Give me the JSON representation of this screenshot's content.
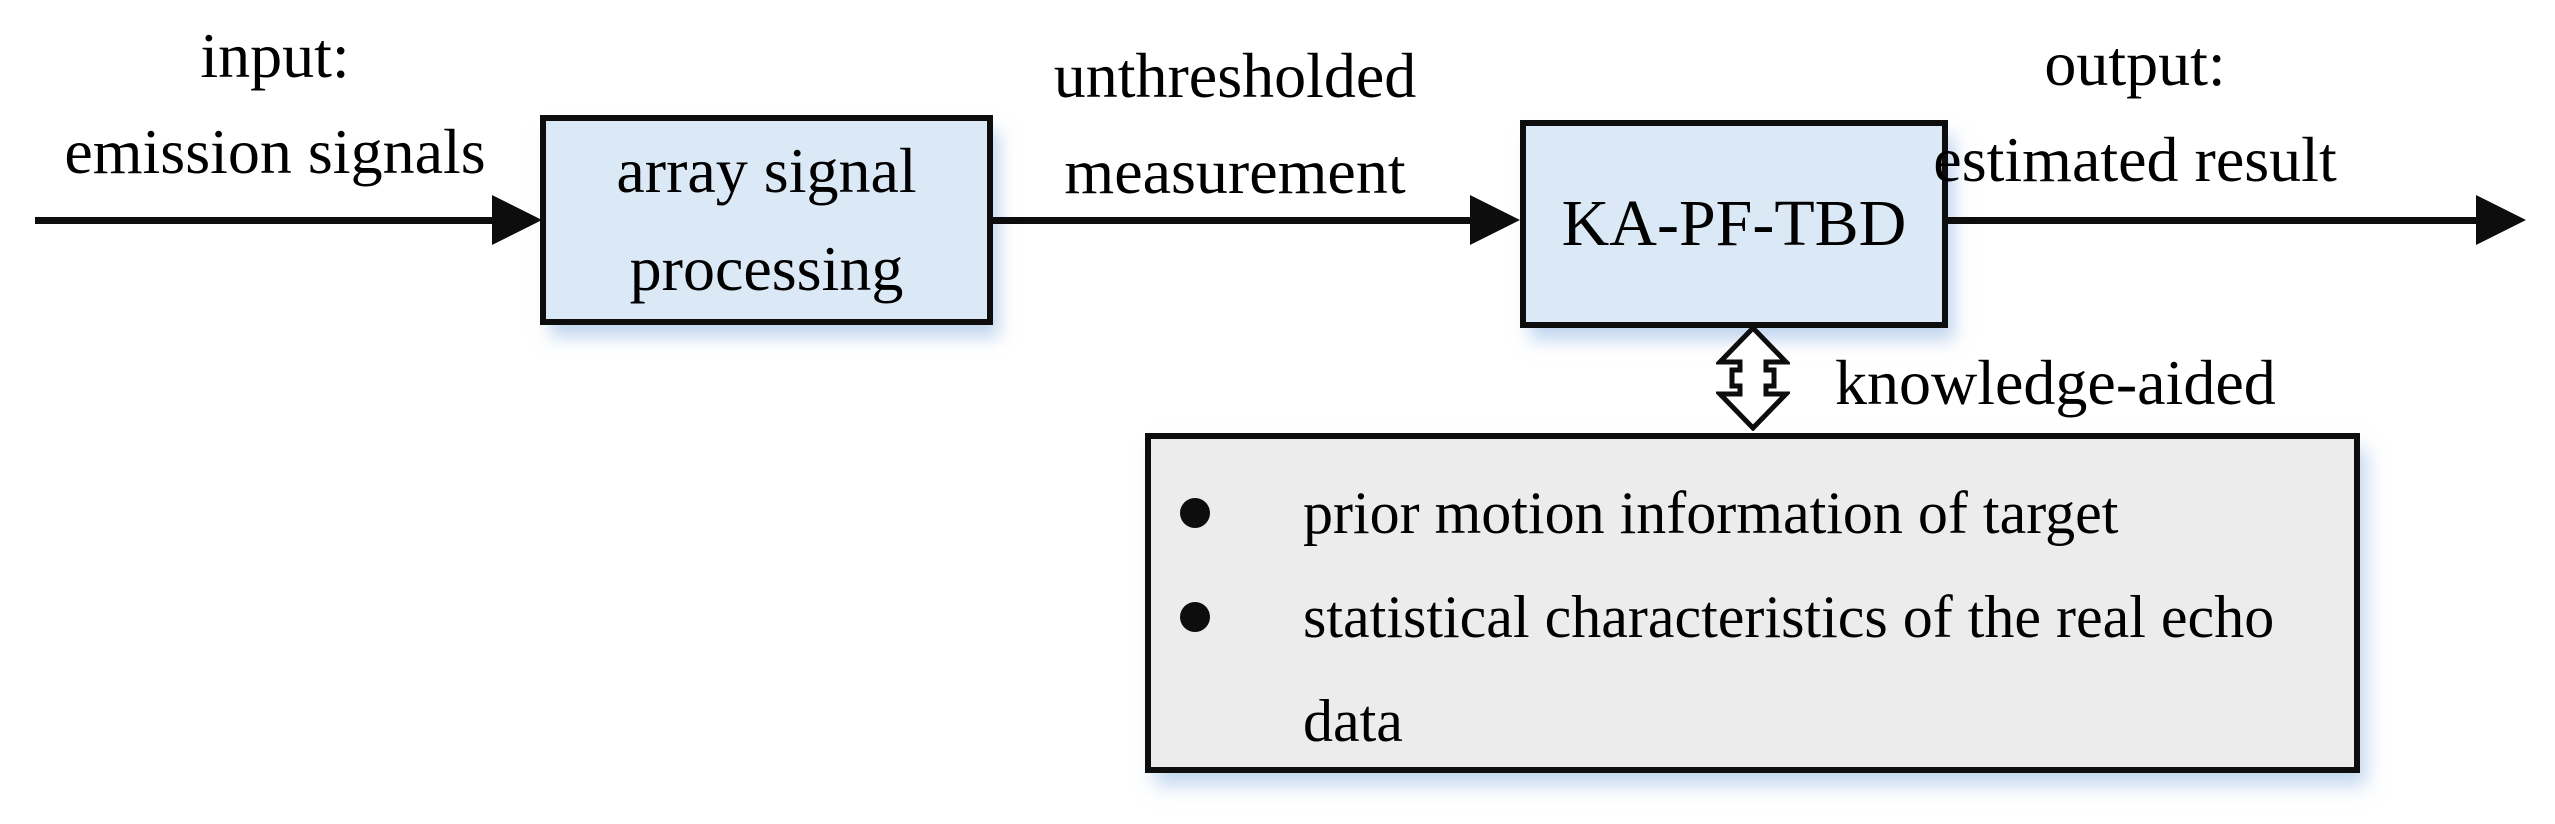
{
  "colors": {
    "box_fill": "#dbe8f5",
    "knowledge_box_fill": "#ececec",
    "border": "#0d0d0d",
    "text": "#000000",
    "shadow_tint": "#8db3e2"
  },
  "input": {
    "line1": "input:",
    "line2": "emission signals"
  },
  "array_box": {
    "line1": "array signal",
    "line2": "processing"
  },
  "measurement": {
    "line1": "unthresholded",
    "line2": "measurement"
  },
  "ka_box": {
    "label": "KA-PF-TBD"
  },
  "output": {
    "line1": "output:",
    "line2": "estimated result"
  },
  "knowledge": {
    "arrow_label": "knowledge-aided",
    "items": [
      "prior motion information of target",
      "statistical characteristics of the real echo data"
    ]
  }
}
